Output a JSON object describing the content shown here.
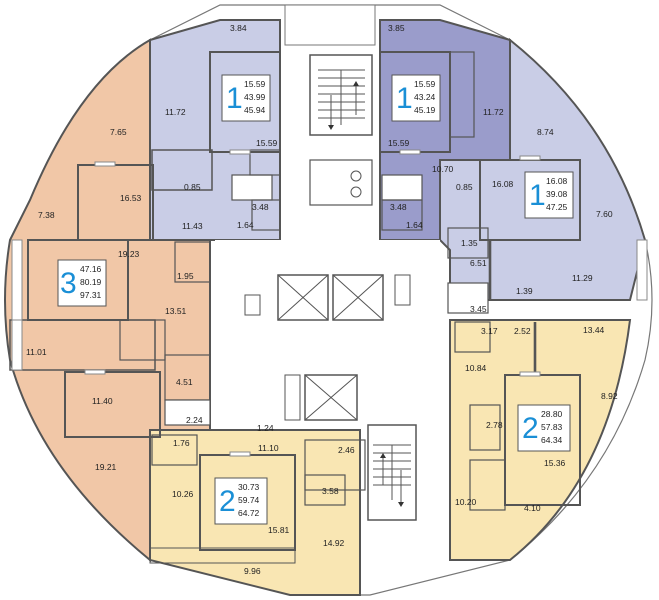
{
  "apartments": [
    {
      "id": "apt-top-left",
      "rooms": "1",
      "values": [
        "15.59",
        "43.99",
        "45.94"
      ],
      "color": "#c9cde6"
    },
    {
      "id": "apt-top-mid",
      "rooms": "1",
      "values": [
        "15.59",
        "43.24",
        "45.19"
      ],
      "color": "#9a9ccb"
    },
    {
      "id": "apt-right",
      "rooms": "1",
      "values": [
        "16.08",
        "39.08",
        "47.25"
      ],
      "color": "#c9cde6"
    },
    {
      "id": "apt-left",
      "rooms": "3",
      "values": [
        "47.16",
        "80.19",
        "97.31"
      ],
      "color": "#f1c7a7"
    },
    {
      "id": "apt-bottom-right",
      "rooms": "2",
      "values": [
        "28.80",
        "57.83",
        "64.34"
      ],
      "color": "#f9e6b3"
    },
    {
      "id": "apt-bottom-left",
      "rooms": "2",
      "values": [
        "30.73",
        "59.74",
        "64.72"
      ],
      "color": "#f9e6b3"
    }
  ],
  "room_areas": [
    "3.84",
    "3.85",
    "11.72",
    "15.59",
    "0.85",
    "3.48",
    "1.64",
    "11.43",
    "15.59",
    "10.70",
    "0.85",
    "3.48",
    "1.64",
    "11.72",
    "8.74",
    "16.08",
    "7.60",
    "1.35",
    "6.51",
    "11.29",
    "3.45",
    "1.39",
    "7.65",
    "16.53",
    "7.38",
    "19.23",
    "1.95",
    "13.51",
    "11.01",
    "4.51",
    "11.40",
    "2.24",
    "19.21",
    "3.17",
    "2.52",
    "13.44",
    "10.84",
    "8.92",
    "2.78",
    "15.36",
    "10.20",
    "4.10",
    "1.24",
    "1.76",
    "11.10",
    "2.46",
    "10.26",
    "3.58",
    "15.81",
    "14.92",
    "9.96"
  ]
}
